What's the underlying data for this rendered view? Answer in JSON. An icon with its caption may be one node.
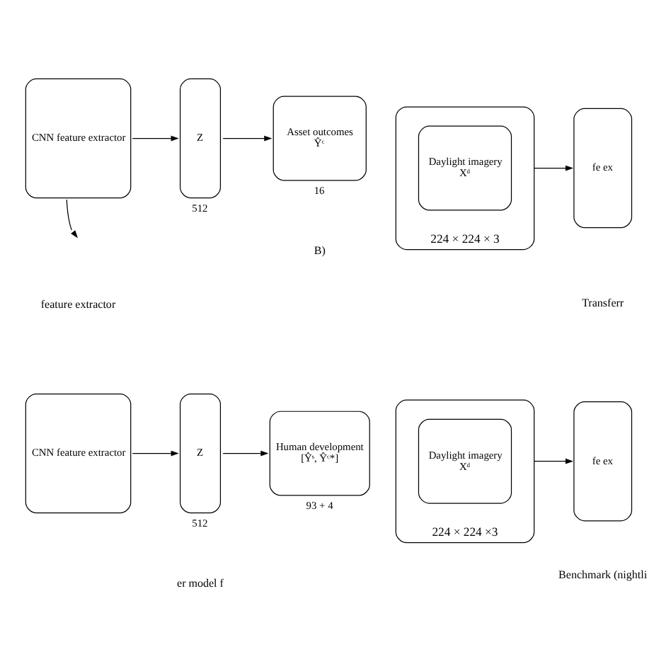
{
  "diagram": {
    "nodes": [
      {
        "text": [
          "CNN feature extractor"
        ]
      },
      {
        "text": [
          "Z"
        ],
        "beside": [
          "512"
        ]
      },
      {
        "text": [
          "Asset outcomes",
          "Ŷᶜ"
        ],
        "beside": [
          "16"
        ]
      },
      {
        "text": [],
        "shape": "box",
        "beside": [
          "224 × 224 × 3"
        ]
      },
      {
        "text": [
          "Daylight imagery",
          "Xᵈ"
        ],
        "in": 3
      },
      {
        "text": [
          "fe ex"
        ]
      },
      {
        "text": [
          "CNN feature extractor"
        ]
      },
      {
        "text": [
          "Z"
        ],
        "beside": [
          "512"
        ]
      },
      {
        "text": [
          "Human development",
          "[Ŷˢ, Ŷᶜ*]"
        ],
        "beside": [
          "93 + 4"
        ]
      },
      {
        "text": [],
        "shape": "box",
        "beside": [
          "224 × 224 ×3"
        ]
      },
      {
        "text": [
          "Daylight imagery",
          "Xᵈ"
        ],
        "in": 9
      },
      {
        "text": [
          "fe ex"
        ]
      }
    ],
    "edges": [
      {
        "from": 0,
        "to": 1,
        "arrow": "to"
      },
      {
        "from": 1,
        "to": 2,
        "arrow": "to"
      },
      {
        "from": 3,
        "to": 5,
        "arrow": "to"
      },
      {
        "from": 0,
        "to": null,
        "arrow": "to"
      },
      {
        "from": 6,
        "to": 7,
        "arrow": "to"
      },
      {
        "from": 7,
        "to": 8,
        "arrow": "to"
      },
      {
        "from": 9,
        "to": 11,
        "arrow": "to"
      }
    ],
    "labels": [
      "B)",
      "feature extractor",
      "Transferr",
      "er model f",
      "Benchmark (nightli"
    ]
  }
}
